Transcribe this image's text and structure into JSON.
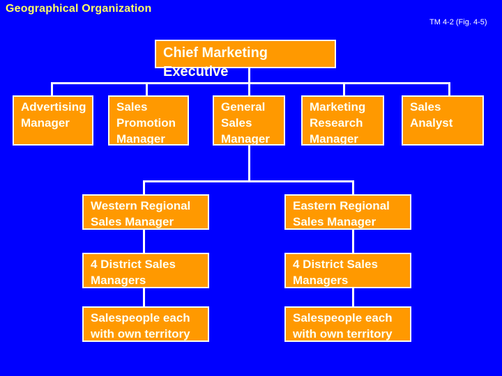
{
  "slide": {
    "title": "Geographical Organization",
    "reference_note": "TM 4-2\n(Fig. 4-5)",
    "background_color": "#0000FF",
    "node_fill_color": "#FF9900",
    "node_border_color": "#FFFFFF",
    "node_text_color": "#FFFFF0",
    "title_color": "#FFFF66"
  },
  "org_chart": {
    "type": "organization-chart",
    "levels": [
      {
        "level": 1,
        "nodes": [
          {
            "id": "chief-marketing-executive",
            "label": "Chief Marketing Executive"
          }
        ]
      },
      {
        "level": 2,
        "nodes": [
          {
            "id": "advertising-manager",
            "label": "Advertising Manager"
          },
          {
            "id": "sales-promotion-manager",
            "label": "Sales Promotion Manager"
          },
          {
            "id": "general-sales-manager",
            "label": "General Sales Manager"
          },
          {
            "id": "marketing-research-manager",
            "label": "Marketing Research Manager"
          },
          {
            "id": "sales-analyst",
            "label": "Sales Analyst"
          }
        ]
      },
      {
        "level": 3,
        "nodes": [
          {
            "id": "western-regional-sales-manager",
            "label": "Western Regional Sales Manager"
          },
          {
            "id": "eastern-regional-sales-manager",
            "label": "Eastern Regional Sales Manager"
          }
        ]
      },
      {
        "level": 4,
        "nodes": [
          {
            "id": "western-district-sales-managers",
            "label": "4 District Sales Managers"
          },
          {
            "id": "eastern-district-sales-managers",
            "label": "4 District Sales Managers"
          }
        ]
      },
      {
        "level": 5,
        "nodes": [
          {
            "id": "western-salespeople",
            "label": "Salespeople each with own territory"
          },
          {
            "id": "eastern-salespeople",
            "label": "Salespeople each with own territory"
          }
        ]
      }
    ]
  }
}
